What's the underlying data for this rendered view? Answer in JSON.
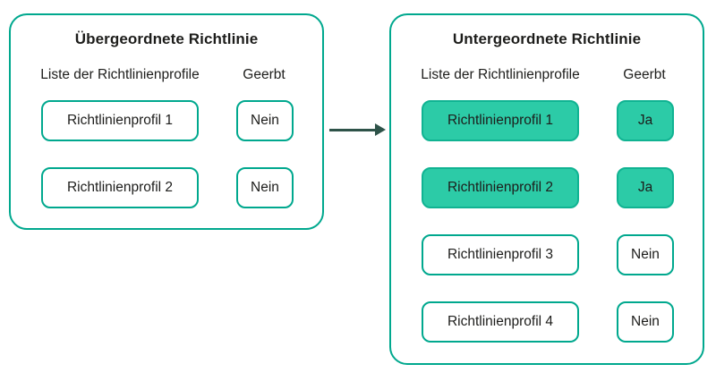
{
  "diagram": {
    "description_colors": {
      "teal_border": "#00A88E",
      "teal_fill": "#2CCBA7",
      "teal_fill_border": "#10B392",
      "arrow_color": "#2E5349",
      "text_color": "#1D1D1B",
      "background": "#FFFFFF"
    },
    "panels": [
      {
        "id": "parent-policy",
        "title": "Übergeordnete Richtlinie",
        "columns": {
          "profiles": "Liste der Richtlinienprofile",
          "inherited": "Geerbt"
        },
        "rows": [
          {
            "profile": "Richtlinienprofil 1",
            "inherited": "Nein",
            "highlighted": false
          },
          {
            "profile": "Richtlinienprofil 2",
            "inherited": "Nein",
            "highlighted": false
          }
        ]
      },
      {
        "id": "child-policy",
        "title": "Untergeordnete Richtlinie",
        "columns": {
          "profiles": "Liste der Richtlinienprofile",
          "inherited": "Geerbt"
        },
        "rows": [
          {
            "profile": "Richtlinienprofil 1",
            "inherited": "Ja",
            "highlighted": true
          },
          {
            "profile": "Richtlinienprofil 2",
            "inherited": "Ja",
            "highlighted": true
          },
          {
            "profile": "Richtlinienprofil 3",
            "inherited": "Nein",
            "highlighted": false
          },
          {
            "profile": "Richtlinienprofil 4",
            "inherited": "Nein",
            "highlighted": false
          }
        ]
      }
    ],
    "arrow": {
      "direction": "right"
    }
  }
}
